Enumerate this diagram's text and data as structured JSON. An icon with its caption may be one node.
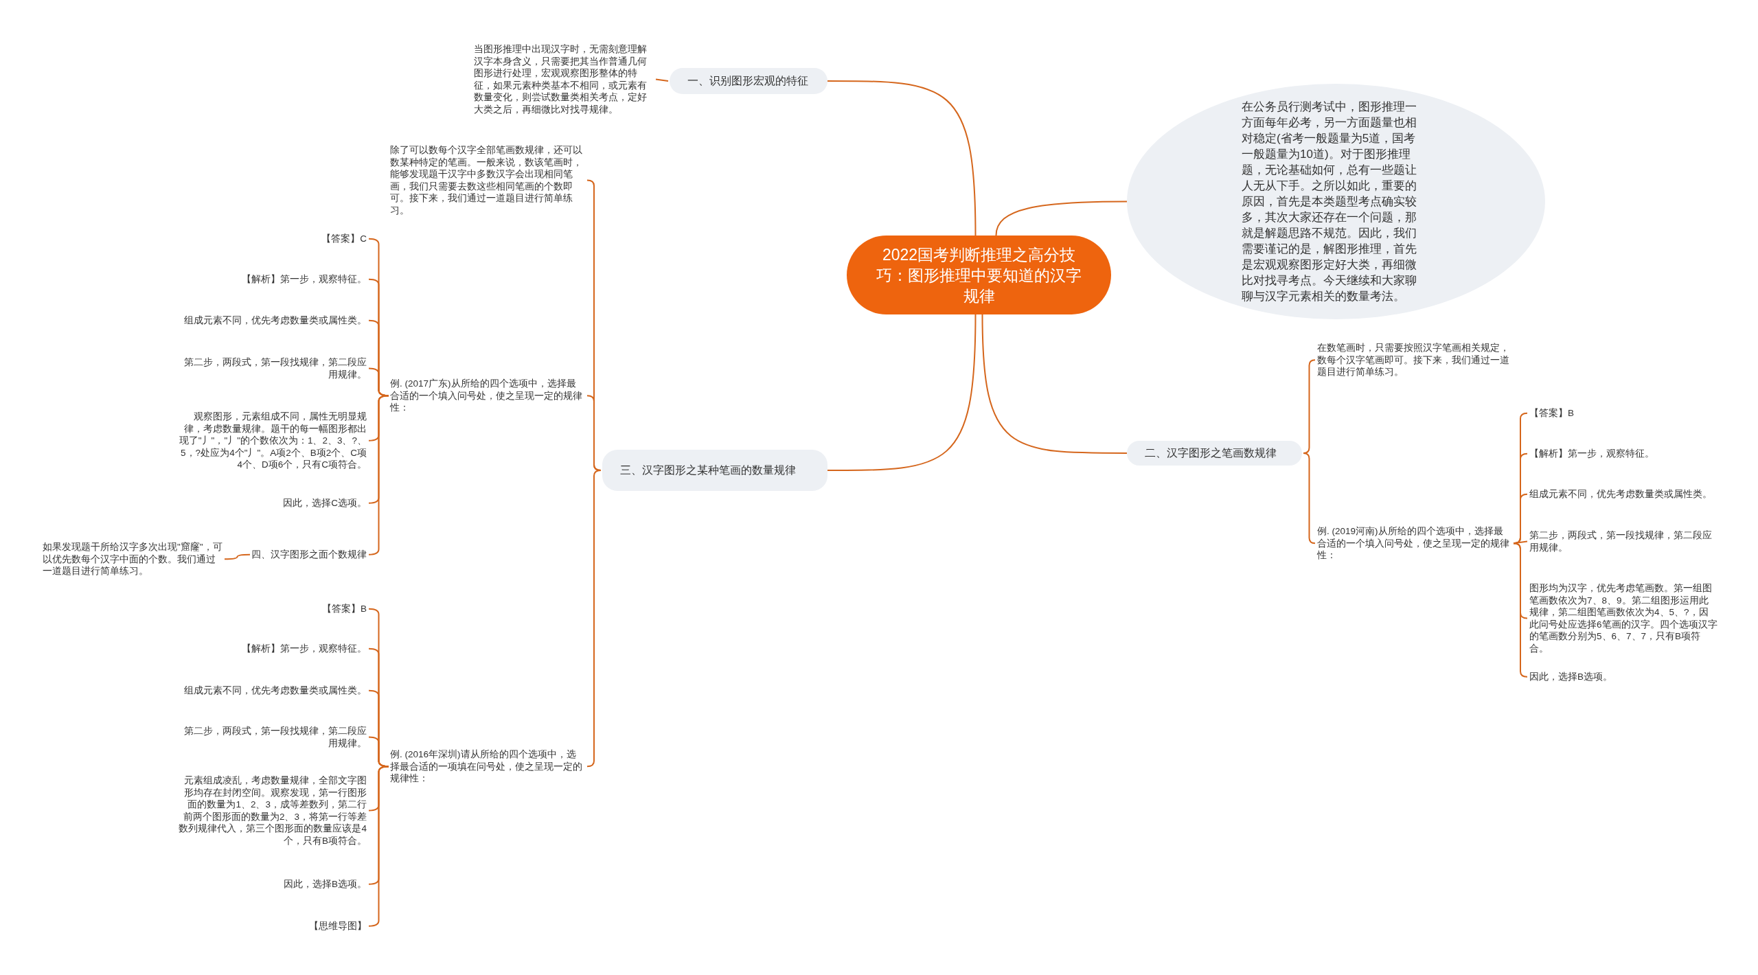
{
  "diagram": {
    "nodes": [
      {
        "text": [
          "2022国考判断推理之高分技巧：图形推理中要知道的汉字规律"
        ]
      },
      {
        "text": [
          "在公务员行测考试中，图形推理一方面每年必考，另一方面题量也相对稳定(省考一般题量为5道，国考一般题量为10道)。对于图形推理题，无论基础如何，总有一些题让人无从下手。之所以如此，重要的原因，首先是本类题型考点确实较多，其次大家还存在一个问题，那就是解题思路不规范。因此，我们需要谨记的是，解图形推理，首先是宏观观察图形定好大类，再细微比对找寻考点。今天继续和大家聊聊与汉字元素相关的数量考法。"
        ]
      },
      {
        "text": [
          "一、识别图形宏观的特征"
        ]
      },
      {
        "text": [
          "当图形推理中出现汉字时，无需刻意理解汉字本身含义，只需要把其当作普通几何图形进行处理，宏观观察图形整体的特征，如果元素种类基本不相同，或元素有数量变化，则尝试数量类相关考点，定好大类之后，再细微比对找寻规律。"
        ]
      },
      {
        "text": [
          "三、汉字图形之某种笔画的数量规律"
        ]
      },
      {
        "text": [
          "除了可以数每个汉字全部笔画数规律，还可以数某种特定的笔画。一般来说，数该笔画时，能够发现题干汉字中多数汉字会出现相同笔画，我们只需要去数这些相同笔画的个数即可。接下来，我们通过一道题目进行简单练习。"
        ]
      },
      {
        "text": [
          "例. (2017广东)从所给的四个选项中，选择最合适的一个填入问号处，使之呈现一定的规律性："
        ]
      },
      {
        "text": [
          "【答案】C"
        ]
      },
      {
        "text": [
          "【解析】第一步，观察特征。"
        ]
      },
      {
        "text": [
          "组成元素不同，优先考虑数量类或属性类。"
        ]
      },
      {
        "text": [
          "第二步，两段式，第一段找规律，第二段应用规律。"
        ]
      },
      {
        "text": [
          "观察图形，元素组成不同，属性无明显规律，考虑数量规律。题干的每一幅图形都出现了\"丿\"，\"丿\"的个数依次为：1、2、3、?、5，?处应为4个\"丿\"。A项2个、B项2个、C项4个、D项6个，只有C项符合。"
        ]
      },
      {
        "text": [
          "因此，选择C选项。"
        ]
      },
      {
        "text": [
          "四、汉字图形之面个数规律"
        ]
      },
      {
        "text": [
          "如果发现题干所给汉字多次出现\"窟窿\"，可以优先数每个汉字中面的个数。我们通过一道题目进行简单练习。"
        ]
      },
      {
        "text": [
          "例. (2016年深圳)请从所给的四个选项中，选择最合适的一项填在问号处，使之呈现一定的规律性："
        ]
      },
      {
        "text": [
          "【答案】B"
        ]
      },
      {
        "text": [
          "【解析】第一步，观察特征。"
        ]
      },
      {
        "text": [
          "组成元素不同，优先考虑数量类或属性类。"
        ]
      },
      {
        "text": [
          "第二步，两段式，第一段找规律，第二段应用规律。"
        ]
      },
      {
        "text": [
          "元素组成凌乱，考虑数量规律，全部文字图形均存在封闭空间。观察发现，第一行图形面的数量为1、2、3，成等差数列，第二行前两个图形面的数量为2、3，将第一行等差数列规律代入，第三个图形面的数量应该是4个，只有B项符合。"
        ]
      },
      {
        "text": [
          "因此，选择B选项。"
        ]
      },
      {
        "text": [
          "【思维导图】"
        ]
      },
      {
        "text": [
          "二、汉字图形之笔画数规律"
        ]
      },
      {
        "text": [
          "在数笔画时，只需要按照汉字笔画相关规定，数每个汉字笔画即可。接下来，我们通过一道题目进行简单练习。"
        ]
      },
      {
        "text": [
          "例. (2019河南)从所给的四个选项中，选择最合适的一个填入问号处，使之呈现一定的规律性："
        ]
      },
      {
        "text": [
          "【答案】B"
        ]
      },
      {
        "text": [
          "【解析】第一步，观察特征。"
        ]
      },
      {
        "text": [
          "组成元素不同，优先考虑数量类或属性类。"
        ]
      },
      {
        "text": [
          "第二步，两段式，第一段找规律，第二段应用规律。"
        ]
      },
      {
        "text": [
          "图形均为汉字，优先考虑笔画数。第一组图笔画数依次为7、8、9。第二组图形运用此规律，第二组图笔画数依次为4、5、?，因此问号处应选择6笔画的汉字。四个选项汉字的笔画数分别为5、6、7、7，只有B项符合。"
        ]
      },
      {
        "text": [
          "因此，选择B选项。"
        ]
      }
    ],
    "edges": [
      {
        "from": 0,
        "to": 1,
        "arrow": "none"
      },
      {
        "from": 0,
        "to": 2,
        "arrow": "none"
      },
      {
        "from": 2,
        "to": 3,
        "arrow": "none"
      },
      {
        "from": 0,
        "to": 4,
        "arrow": "none"
      },
      {
        "from": 4,
        "to": 5,
        "arrow": "none"
      },
      {
        "from": 4,
        "to": 6,
        "arrow": "none"
      },
      {
        "from": 6,
        "to": 7,
        "arrow": "none"
      },
      {
        "from": 6,
        "to": 8,
        "arrow": "none"
      },
      {
        "from": 6,
        "to": 9,
        "arrow": "none"
      },
      {
        "from": 6,
        "to": 10,
        "arrow": "none"
      },
      {
        "from": 6,
        "to": 11,
        "arrow": "none"
      },
      {
        "from": 6,
        "to": 12,
        "arrow": "none"
      },
      {
        "from": 6,
        "to": 13,
        "arrow": "none"
      },
      {
        "from": 13,
        "to": 14,
        "arrow": "none"
      },
      {
        "from": 4,
        "to": 15,
        "arrow": "none"
      },
      {
        "from": 15,
        "to": 16,
        "arrow": "none"
      },
      {
        "from": 15,
        "to": 17,
        "arrow": "none"
      },
      {
        "from": 15,
        "to": 18,
        "arrow": "none"
      },
      {
        "from": 15,
        "to": 19,
        "arrow": "none"
      },
      {
        "from": 15,
        "to": 20,
        "arrow": "none"
      },
      {
        "from": 15,
        "to": 21,
        "arrow": "none"
      },
      {
        "from": 15,
        "to": 22,
        "arrow": "none"
      },
      {
        "from": 0,
        "to": 23,
        "arrow": "none"
      },
      {
        "from": 23,
        "to": 24,
        "arrow": "none"
      },
      {
        "from": 23,
        "to": 25,
        "arrow": "none"
      },
      {
        "from": 25,
        "to": 26,
        "arrow": "none"
      },
      {
        "from": 25,
        "to": 27,
        "arrow": "none"
      },
      {
        "from": 25,
        "to": 28,
        "arrow": "none"
      },
      {
        "from": 25,
        "to": 29,
        "arrow": "none"
      },
      {
        "from": 25,
        "to": 30,
        "arrow": "none"
      },
      {
        "from": 25,
        "to": 31,
        "arrow": "none"
      }
    ]
  }
}
